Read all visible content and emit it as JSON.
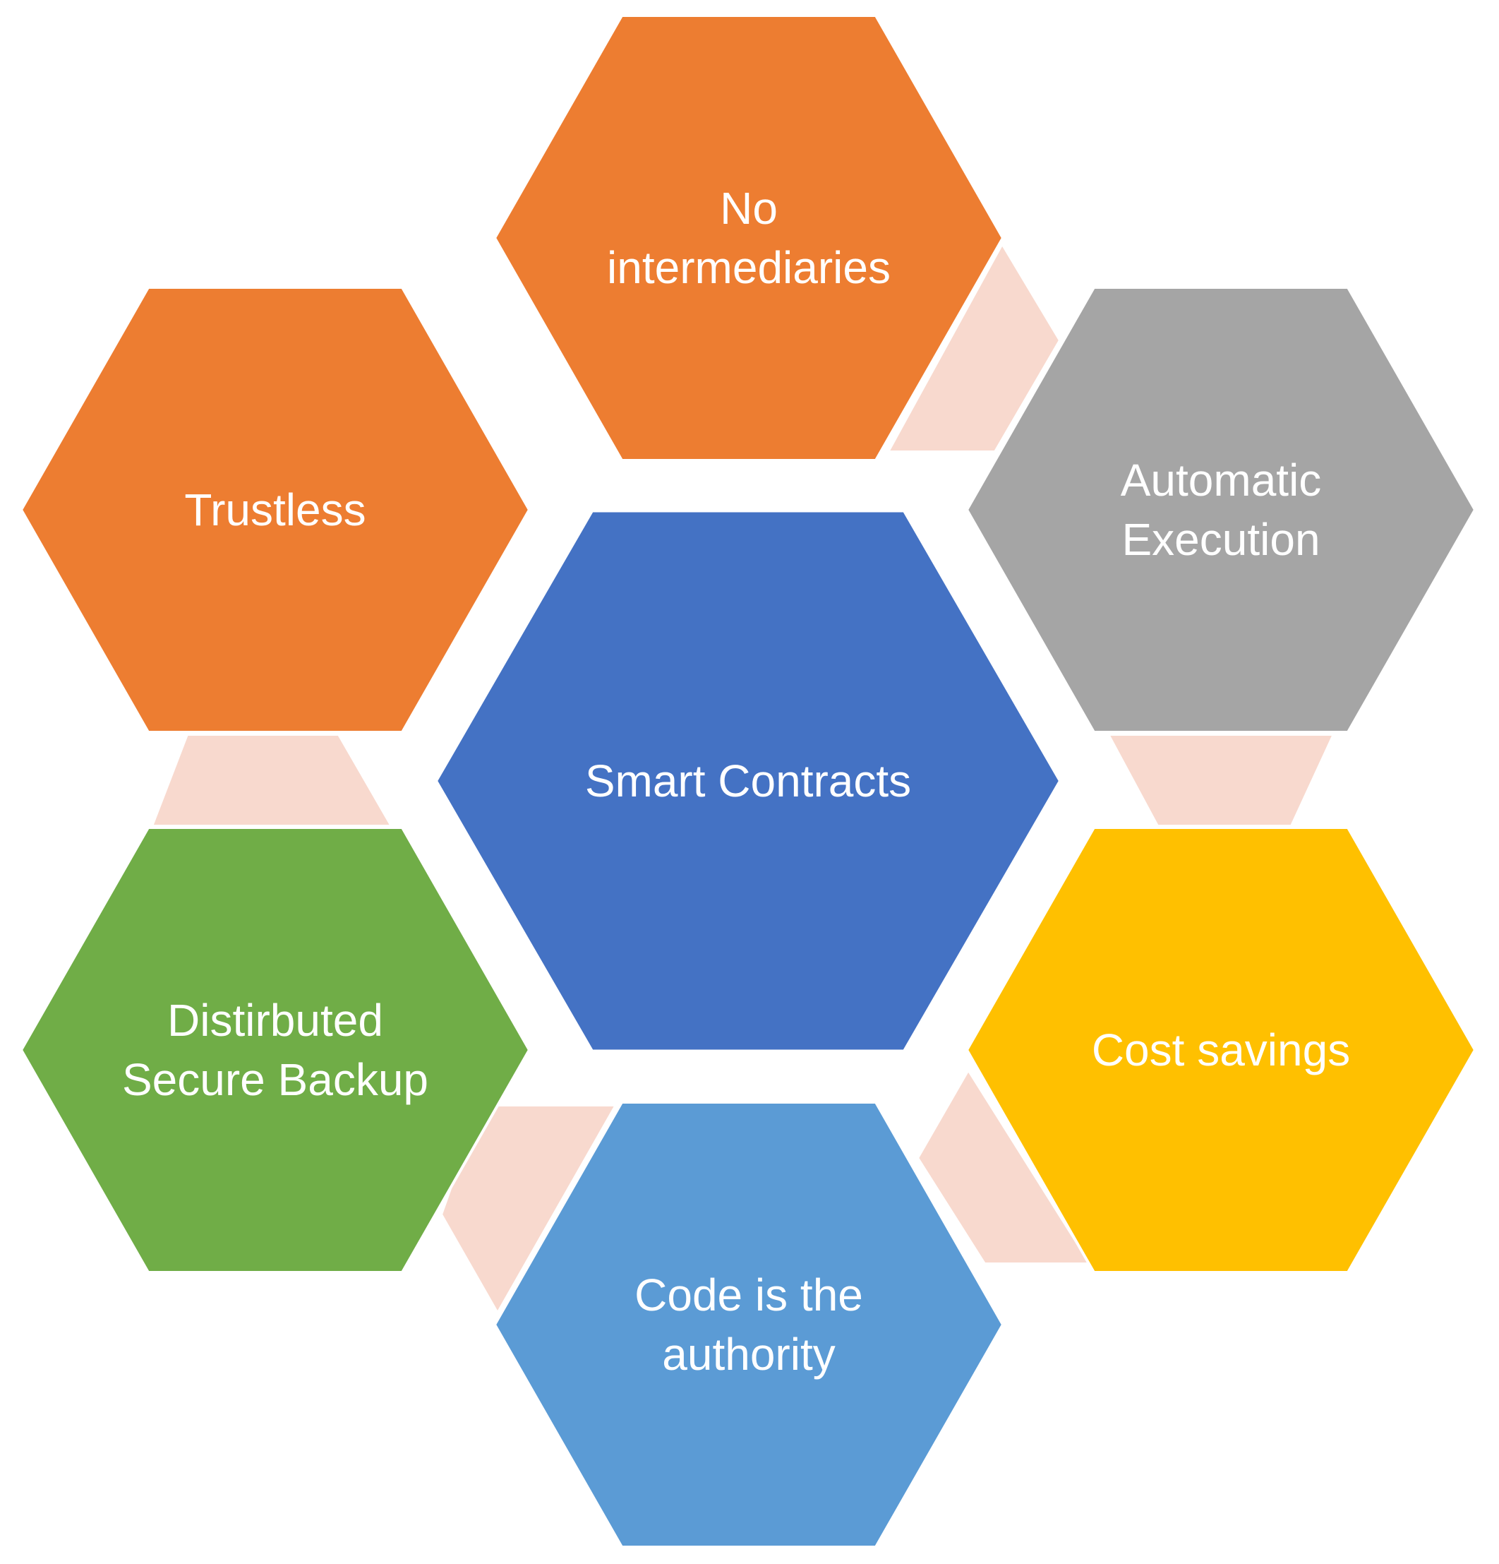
{
  "center": {
    "label": "Smart Contracts",
    "color": "#4472C4"
  },
  "hexagons": [
    {
      "id": "no-intermediaries",
      "lines": [
        "No",
        "intermediaries"
      ],
      "color": "#ED7D31"
    },
    {
      "id": "automatic-execution",
      "lines": [
        "Automatic",
        "Execution"
      ],
      "color": "#A5A5A5"
    },
    {
      "id": "cost-savings",
      "lines": [
        "Cost savings"
      ],
      "color": "#FFC000"
    },
    {
      "id": "code-is-the-authority",
      "lines": [
        "Code is the",
        "authority"
      ],
      "color": "#5B9BD5"
    },
    {
      "id": "distributed-secure-backup",
      "lines": [
        "Distirbuted",
        "Secure Backup"
      ],
      "color": "#70AD47"
    },
    {
      "id": "trustless",
      "lines": [
        "Trustless"
      ],
      "color": "#ED7D31"
    }
  ],
  "connector_color": "#F8D9CE"
}
